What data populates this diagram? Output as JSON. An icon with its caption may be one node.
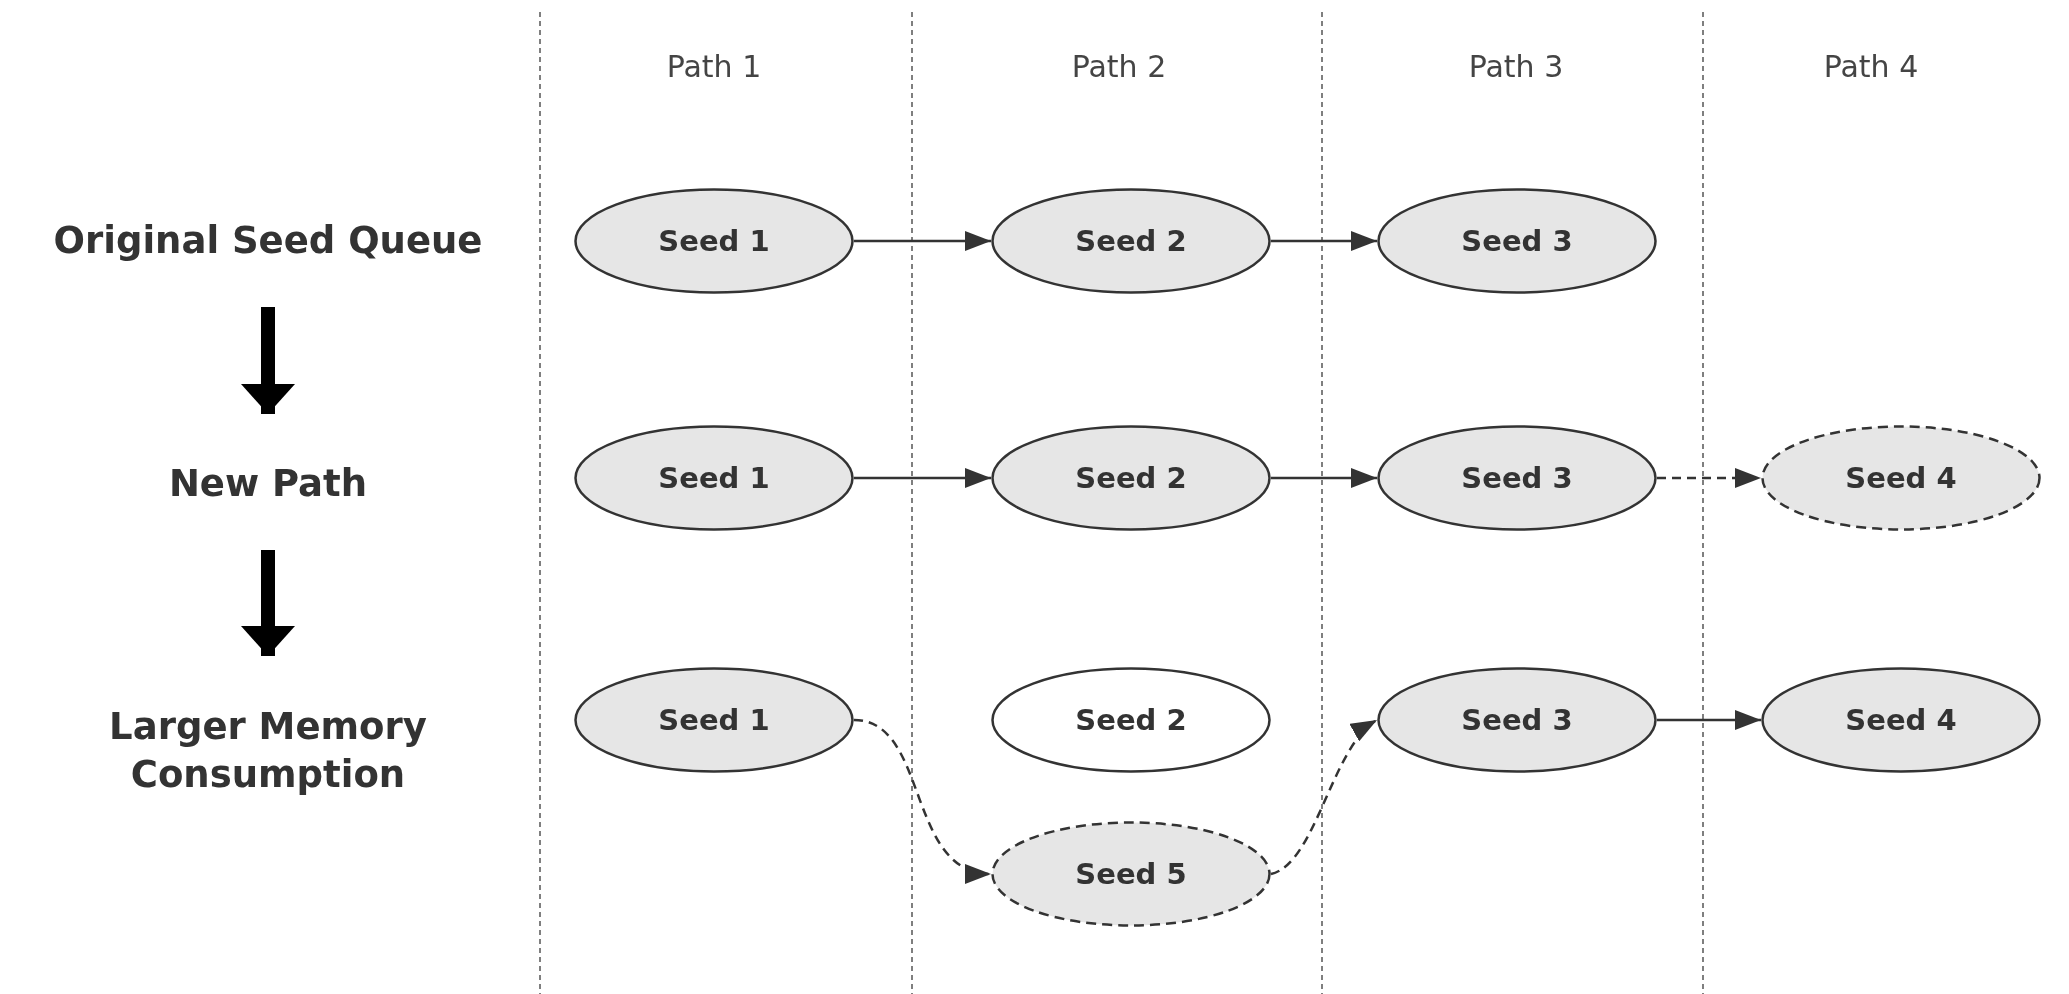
{
  "diagram": {
    "nodes": [
      {
        "text": [
          "Original Seed Queue"
        ]
      },
      {
        "text": [
          "Seed 1"
        ]
      },
      {
        "text": [
          "Seed 2"
        ]
      },
      {
        "text": [
          "Seed 3"
        ]
      },
      {
        "text": [
          "New Path"
        ]
      },
      {
        "text": [
          "Seed 1"
        ]
      },
      {
        "text": [
          "Seed 2"
        ]
      },
      {
        "text": [
          "Seed 3"
        ]
      },
      {
        "text": [
          "Seed 4"
        ]
      },
      {
        "text": [
          "Larger Memory Consumption"
        ]
      },
      {
        "text": [
          "Seed 1"
        ]
      },
      {
        "text": [
          "Seed 2"
        ]
      },
      {
        "text": [
          "Seed 3"
        ]
      },
      {
        "text": [
          "Seed 4"
        ]
      },
      {
        "text": [
          "Seed 5"
        ]
      }
    ],
    "edges": [
      {
        "from": 0,
        "to": 4,
        "arrow": "to",
        "style": "thick",
        "color": "#000000"
      },
      {
        "from": 4,
        "to": 9,
        "arrow": "to",
        "style": "thick",
        "color": "#000000"
      },
      {
        "from": 1,
        "to": 2,
        "arrow": "to"
      },
      {
        "from": 2,
        "to": 3,
        "arrow": "to"
      },
      {
        "from": 5,
        "to": 6,
        "arrow": "to"
      },
      {
        "from": 6,
        "to": 7,
        "arrow": "to"
      },
      {
        "from": 7,
        "to": 8,
        "arrow": "to",
        "style": "dashed"
      },
      {
        "from": 10,
        "to": 14,
        "arrow": "to",
        "style": "dashed"
      },
      {
        "from": 14,
        "to": 12,
        "arrow": "to",
        "style": "dashed"
      },
      {
        "from": 12,
        "to": 13,
        "arrow": "to"
      }
    ],
    "labels": [
      "Path 1",
      "Path 2",
      "Path 3",
      "Path 4"
    ]
  }
}
